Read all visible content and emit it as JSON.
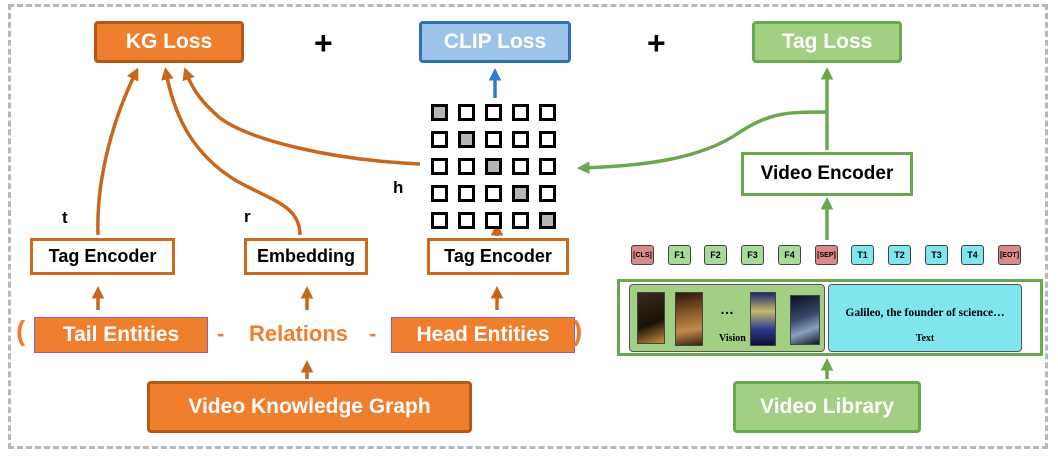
{
  "losses": {
    "kg": "KG Loss",
    "clip": "CLIP Loss",
    "tag": "Tag Loss",
    "plus1": "+",
    "plus2": "+"
  },
  "encoders": {
    "tail": "Tag Encoder",
    "relation": "Embedding",
    "head": "Tag Encoder",
    "video": "Video Encoder"
  },
  "variables": {
    "t": "t",
    "r": "r",
    "h": "h"
  },
  "entities": {
    "open_paren": "(",
    "tail": "Tail Entities",
    "dash1": "-",
    "relations": "Relations",
    "dash2": "-",
    "head": "Head Entities",
    "close_paren": ")"
  },
  "sources": {
    "kg": "Video Knowledge Graph",
    "library": "Video Library"
  },
  "tokens": [
    {
      "label": "[CLS]",
      "kind": "red"
    },
    {
      "label": "F1",
      "kind": "green"
    },
    {
      "label": "F2",
      "kind": "green"
    },
    {
      "label": "F3",
      "kind": "green"
    },
    {
      "label": "F4",
      "kind": "green"
    },
    {
      "label": "[SEP]",
      "kind": "red"
    },
    {
      "label": "T1",
      "kind": "cyan"
    },
    {
      "label": "T2",
      "kind": "cyan"
    },
    {
      "label": "T3",
      "kind": "cyan"
    },
    {
      "label": "T4",
      "kind": "cyan"
    },
    {
      "label": "[EOT]",
      "kind": "red"
    }
  ],
  "input": {
    "vision_label": "Vision",
    "vision_dots": "…",
    "text_content": "Galileo, the founder of science…",
    "text_label": "Text"
  },
  "similarity_matrix": {
    "size": 5,
    "highlighted": [
      [
        0,
        0
      ],
      [
        1,
        1
      ],
      [
        2,
        2
      ],
      [
        3,
        3
      ],
      [
        4,
        4
      ]
    ]
  },
  "colors": {
    "kg_orange": "#ef7f2f",
    "clip_blue": "#9ec3e9",
    "tag_green": "#a2cf84",
    "token_red": "#d98b8b",
    "token_cyan": "#7fe6ee"
  }
}
